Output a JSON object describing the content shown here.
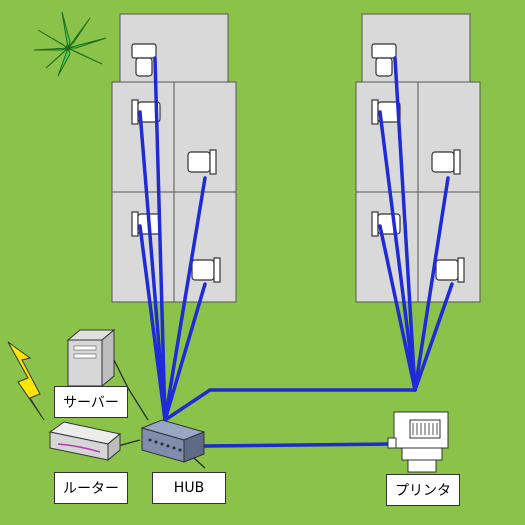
{
  "labels": {
    "server": "サーバー",
    "router": "ルーター",
    "hub": "HUB",
    "printer": "プリンタ"
  },
  "colors": {
    "background": "#8bc34a",
    "desk": "#d9d9d9",
    "cable": "#1f2bd6",
    "plant": "#3fbf3f"
  }
}
